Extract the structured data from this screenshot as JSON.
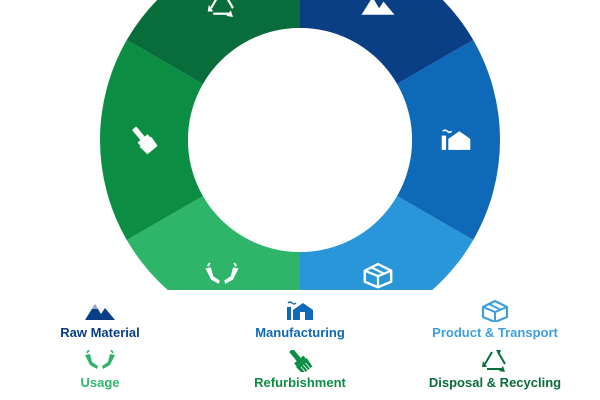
{
  "stages": [
    {
      "id": "raw-material",
      "label": "Raw Material",
      "icon": "mountains-icon",
      "color": "#0a3f86",
      "label_color": "#0a3f86"
    },
    {
      "id": "manufacturing",
      "label": "Manufacturing",
      "icon": "factory-icon",
      "color": "#0e69b8",
      "label_color": "#0e69b8"
    },
    {
      "id": "product-transport",
      "label": "Product & Transport",
      "icon": "package-icon",
      "color": "#2896d8",
      "label_color": "#3c9fdb"
    },
    {
      "id": "usage",
      "label": "Usage",
      "icon": "hands-icon",
      "color": "#2eb56a",
      "label_color": "#2eb56a"
    },
    {
      "id": "refurbishment",
      "label": "Refurbishment",
      "icon": "paintbrush-icon",
      "color": "#0b8e43",
      "label_color": "#0b8e43"
    },
    {
      "id": "disposal-recycling",
      "label": "Disposal & Recycling",
      "icon": "recycle-icon",
      "color": "#086d3a",
      "label_color": "#086d3a"
    }
  ]
}
